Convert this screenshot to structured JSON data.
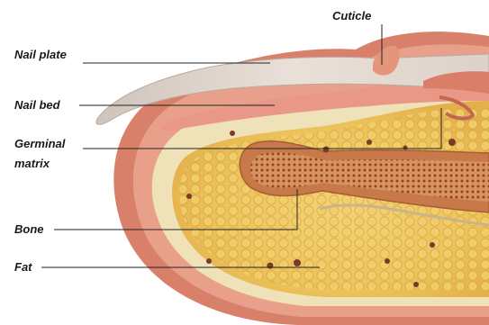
{
  "diagram": {
    "labels": {
      "cuticle": "Cuticle",
      "nail_plate": "Nail plate",
      "nail_bed": "Nail bed",
      "germinal_line1": "Germinal",
      "germinal_line2": "matrix",
      "bone": "Bone",
      "fat": "Fat"
    },
    "colors": {
      "skin": "#e8a08a",
      "skin_outer": "#d9806a",
      "fat": "#ecc25a",
      "fat_light": "#f3d98a",
      "fat_pale": "#f0e2b8",
      "bone": "#c8794a",
      "bone_dots": "#8e4523",
      "nail": "#e2d6cc",
      "nail_edge": "#b8aaa0",
      "vessel": "#7a3a2a"
    }
  }
}
